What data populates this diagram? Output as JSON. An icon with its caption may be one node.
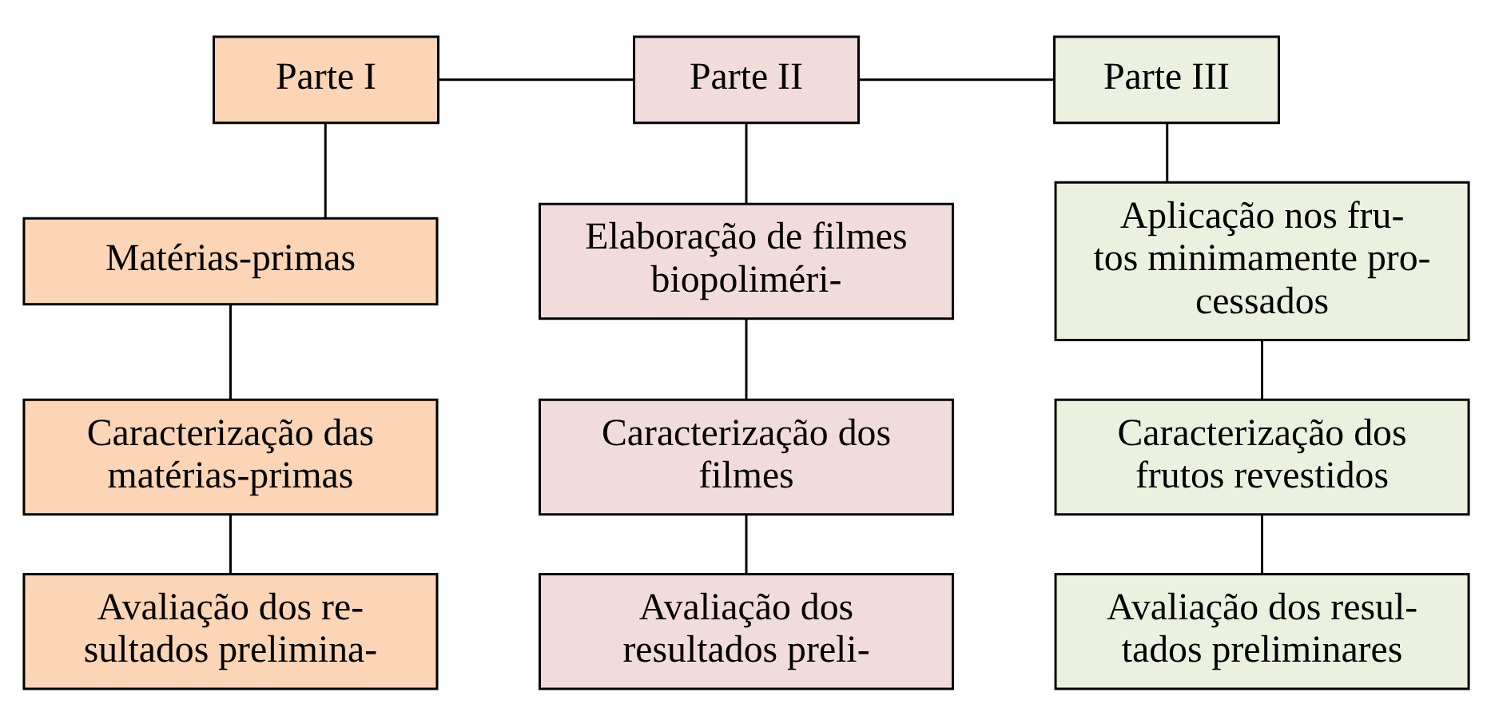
{
  "diagram": {
    "nodes": [
      {
        "text": [
          "Parte I"
        ]
      },
      {
        "text": [
          "Parte II"
        ]
      },
      {
        "text": [
          "Parte III"
        ]
      },
      {
        "text": [
          "Matérias-primas"
        ]
      },
      {
        "text": [
          "Caracterização das matérias-primas"
        ]
      },
      {
        "text": [
          "Avaliação dos re- sultados prelimina-"
        ]
      },
      {
        "text": [
          "Elaboração de filmes biopoliméri-"
        ]
      },
      {
        "text": [
          "Caracterização dos filmes"
        ]
      },
      {
        "text": [
          "Avaliação dos resultados preli-"
        ]
      },
      {
        "text": [
          "Aplicação nos fru- tos minimamente pro- cessados"
        ]
      },
      {
        "text": [
          "Caracterização dos frutos revestidos"
        ]
      },
      {
        "text": [
          "Avaliação dos resul- tados preliminares"
        ]
      }
    ],
    "edges": [
      {
        "from": 0,
        "to": 1,
        "arrow": "none"
      },
      {
        "from": 1,
        "to": 2,
        "arrow": "none"
      },
      {
        "from": 0,
        "to": 3,
        "arrow": "none"
      },
      {
        "from": 3,
        "to": 4,
        "arrow": "none"
      },
      {
        "from": 4,
        "to": 5,
        "arrow": "none"
      },
      {
        "from": 1,
        "to": 6,
        "arrow": "none"
      },
      {
        "from": 6,
        "to": 7,
        "arrow": "none"
      },
      {
        "from": 7,
        "to": 8,
        "arrow": "none"
      },
      {
        "from": 2,
        "to": 9,
        "arrow": "none"
      },
      {
        "from": 9,
        "to": 10,
        "arrow": "none"
      },
      {
        "from": 10,
        "to": 11,
        "arrow": "none"
      }
    ]
  }
}
